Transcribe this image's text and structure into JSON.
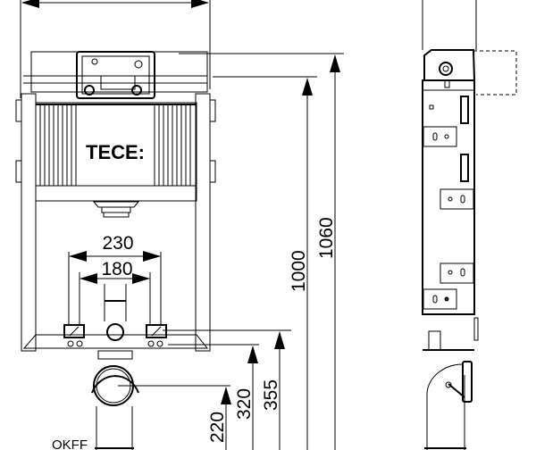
{
  "drawing": {
    "brand_label": "TECE:",
    "floor_label": "OKFF",
    "dimensions": {
      "width_230": "230",
      "width_180": "180",
      "height_1000": "1000",
      "height_1060": "1060",
      "height_355": "355",
      "height_320": "320",
      "height_220": "220"
    },
    "line_color": "#000000",
    "background_color": "#ffffff"
  }
}
